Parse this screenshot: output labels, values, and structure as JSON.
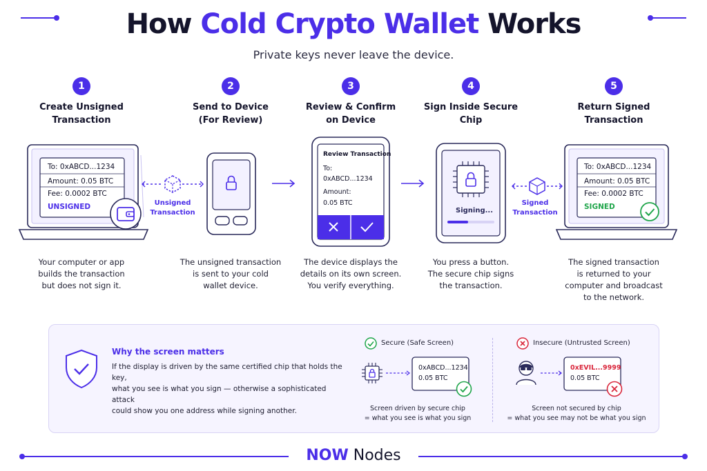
{
  "header": {
    "title_pre": "How ",
    "title_accent": "Cold Crypto Wallet",
    "title_post": " Works",
    "subtitle": "Private keys never leave the device."
  },
  "steps": [
    {
      "num": "1",
      "title_l1": "Create Unsigned",
      "title_l2": "Transaction",
      "desc": [
        "Your computer or app",
        "builds the transaction",
        "but does not sign it."
      ]
    },
    {
      "num": "2",
      "title_l1": "Send to Device",
      "title_l2": "(For Review)",
      "desc": [
        "The unsigned transaction",
        "is sent to your cold",
        "wallet device."
      ]
    },
    {
      "num": "3",
      "title_l1": "Review & Confirm",
      "title_l2": "on Device",
      "desc": [
        "The device displays the",
        "details on its own screen.",
        "You verify everything."
      ]
    },
    {
      "num": "4",
      "title_l1": "Sign Inside Secure",
      "title_l2": "Chip",
      "desc": [
        "You press a button.",
        "The secure chip signs",
        "the transaction."
      ]
    },
    {
      "num": "5",
      "title_l1": "Return Signed",
      "title_l2": "Transaction",
      "desc": [
        "The signed transaction",
        "is returned to your",
        "computer and broadcast",
        "to the network."
      ]
    }
  ],
  "laptop1": {
    "to": "To: 0xABCD...1234",
    "amount": "Amount: 0.05 BTC",
    "fee": "Fee: 0.0002 BTC",
    "status": "UNSIGNED"
  },
  "caption_unsigned": {
    "l1": "Unsigned",
    "l2": "Transaction"
  },
  "device3": {
    "heading": "Review Transaction",
    "to_label": "To:",
    "to_value": "0xABCD...1234",
    "amount_label": "Amount:",
    "amount_value": "0.05 BTC"
  },
  "device4": {
    "signing": "Signing..."
  },
  "caption_signed": {
    "l1": "Signed",
    "l2": "Transaction"
  },
  "laptop5": {
    "to": "To: 0xABCD...1234",
    "amount": "Amount: 0.05 BTC",
    "fee": "Fee: 0.0002 BTC",
    "status": "SIGNED"
  },
  "panel": {
    "why_title": "Why the screen matters",
    "why_body": [
      "If the display is driven by the same certified chip that holds the key,",
      "what you see is what you sign — otherwise a sophisticated attack",
      "could show you one address while signing another."
    ],
    "secure_head": "Secure (Safe Screen)",
    "secure_addr": "0xABCD...1234",
    "secure_amt": "0.05 BTC",
    "secure_cap": [
      "Screen driven by secure chip",
      "= what you see is what you sign"
    ],
    "insecure_head": "Insecure (Untrusted Screen)",
    "insecure_addr": "0xEVIL...9999",
    "insecure_amt": "0.05 BTC",
    "insecure_cap": [
      "Screen not secured by chip",
      "= what you see may not be what you sign"
    ]
  },
  "footer": {
    "brand_bold": "NOW",
    "brand_rest": " Nodes"
  },
  "colors": {
    "accent": "#4b2ee8",
    "success": "#1fa54a",
    "danger": "#d9263b",
    "ink": "#14142b"
  }
}
